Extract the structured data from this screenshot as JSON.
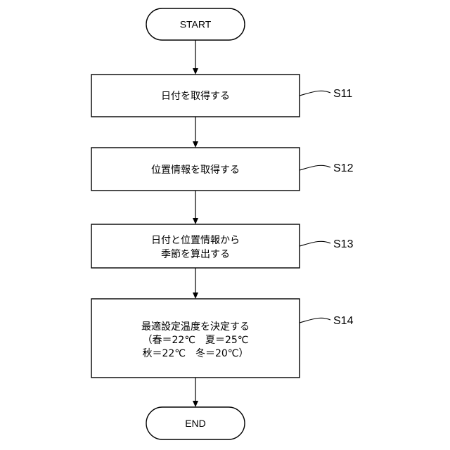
{
  "flowchart": {
    "start": {
      "label": "START"
    },
    "end": {
      "label": "END"
    },
    "steps": [
      {
        "id": "S11",
        "lines": [
          "日付を取得する"
        ]
      },
      {
        "id": "S12",
        "lines": [
          "位置情報を取得する"
        ]
      },
      {
        "id": "S13",
        "lines": [
          "日付と位置情報から",
          "季節を算出する"
        ]
      },
      {
        "id": "S14",
        "lines": [
          "最適設定温度を決定する",
          "（春＝22℃　夏＝25℃",
          "秋＝22℃　冬＝20℃）"
        ]
      }
    ]
  }
}
